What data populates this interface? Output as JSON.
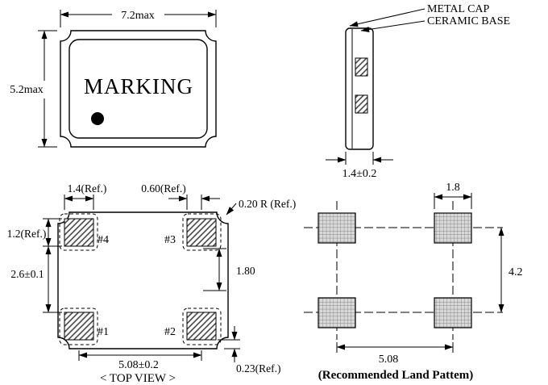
{
  "package_view": {
    "marking_text": "MARKING",
    "width_dim": "7.2max",
    "height_dim": "5.2max"
  },
  "side_view": {
    "metal_cap_label": "METAL CAP",
    "ceramic_base_label": "CERAMIC BASE",
    "thickness_dim": "1.4±0.2"
  },
  "top_view": {
    "caption": "< TOP VIEW >",
    "pad1_label": "#1",
    "pad2_label": "#2",
    "pad3_label": "#3",
    "pad4_label": "#4",
    "pad_width_dim": "1.4(Ref.)",
    "pad_offset_dim": "0.60(Ref.)",
    "corner_radius_dim": "0.20 R (Ref.)",
    "pad_height_dim": "1.2(Ref.)",
    "pad_gap_dim": "2.6±0.1",
    "inner_gap_dim": "1.80",
    "pad_pitch_dim": "5.08±0.2",
    "pad_edge_dim": "0.23(Ref.)"
  },
  "land_pattern": {
    "caption": "(Recommended Land Pattem)",
    "pad_width_dim": "1.8",
    "vertical_pitch_dim": "4.2",
    "horizontal_pitch_dim": "5.08"
  }
}
